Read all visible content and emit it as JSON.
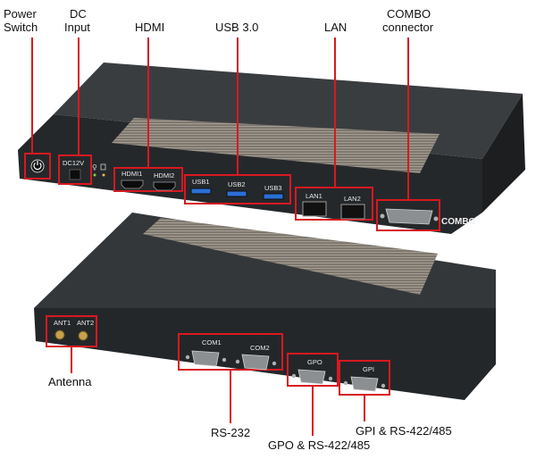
{
  "callouts": {
    "power_switch": [
      "Power",
      "Switch"
    ],
    "dc_input": [
      "DC",
      "Input"
    ],
    "hdmi": "HDMI",
    "usb": "USB 3.0",
    "lan": "LAN",
    "combo": [
      "COMBO",
      "connector"
    ],
    "antenna": "Antenna",
    "rs232": "RS-232",
    "gpo": "GPO & RS-422/485",
    "gpi": "GPI & RS-422/485"
  },
  "front_panel": {
    "dc_label": "DC12V",
    "hdmi_ports": [
      "HDMI1",
      "HDMI2"
    ],
    "usb_ports": [
      "USB1",
      "USB2",
      "USB3"
    ],
    "lan_ports": [
      "LAN1",
      "LAN2"
    ],
    "combo_label": "COMBO"
  },
  "rear_panel": {
    "antennas": [
      "ANT1",
      "ANT2"
    ],
    "com_ports": [
      "COM1",
      "COM2"
    ],
    "gpo_label": "GPO",
    "gpi_label": "GPI"
  },
  "colors": {
    "highlight": "#d71920",
    "chassis": "#2b2e31",
    "usb_blue": "#2a6fd6"
  }
}
